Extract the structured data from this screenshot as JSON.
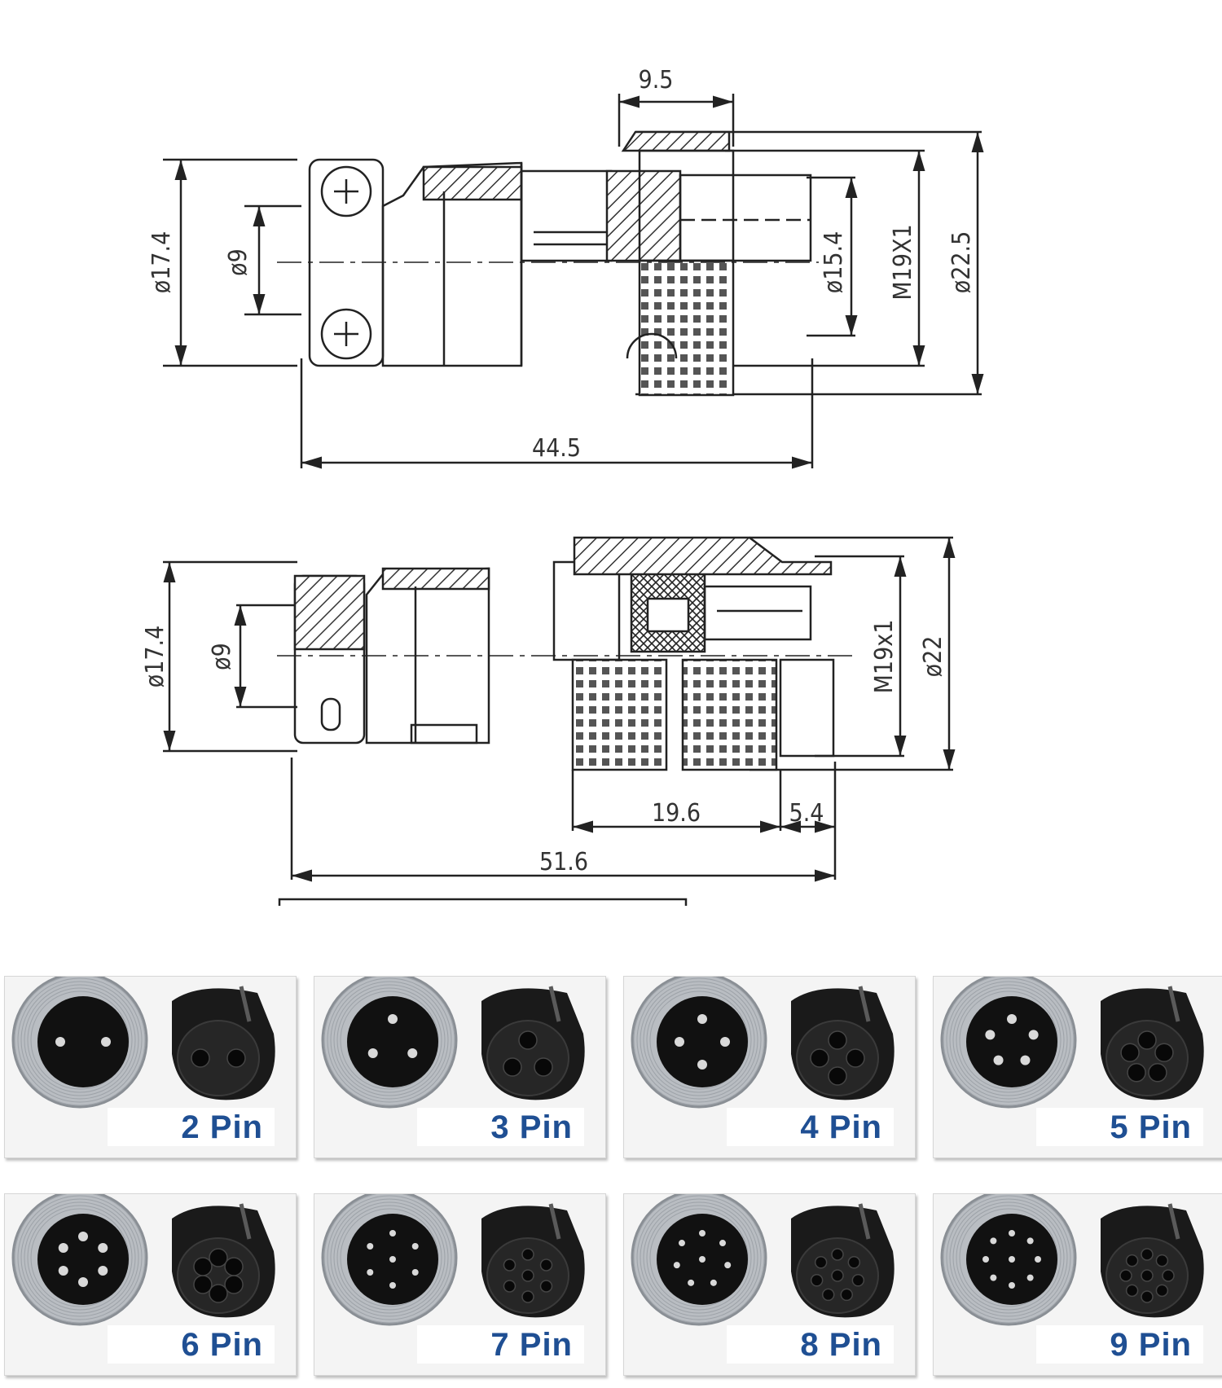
{
  "top_view": {
    "dims": {
      "d1": "9.5",
      "d2": "ø17.4",
      "d3": "ø9",
      "d4": "ø15.4",
      "d5": "M19X1",
      "d6": "ø22.5",
      "d7": "44.5"
    }
  },
  "bottom_view": {
    "dims": {
      "d1": "ø17.4",
      "d2": "ø9",
      "d3": "M19x1",
      "d4": "ø22",
      "d5": "19.6",
      "d6": "5.4",
      "d7": "51.6"
    }
  },
  "connectors": [
    {
      "label": "2 Pin",
      "pins": 2
    },
    {
      "label": "3 Pin",
      "pins": 3
    },
    {
      "label": "4 Pin",
      "pins": 4
    },
    {
      "label": "5 Pin",
      "pins": 5
    },
    {
      "label": "6 Pin",
      "pins": 6
    },
    {
      "label": "7 Pin",
      "pins": 7
    },
    {
      "label": "8 Pin",
      "pins": 8
    },
    {
      "label": "9 Pin",
      "pins": 9
    }
  ],
  "colors": {
    "label": "#1f4f93",
    "line": "#222222",
    "socket": "#111111",
    "metal": "#b9bdc2"
  }
}
